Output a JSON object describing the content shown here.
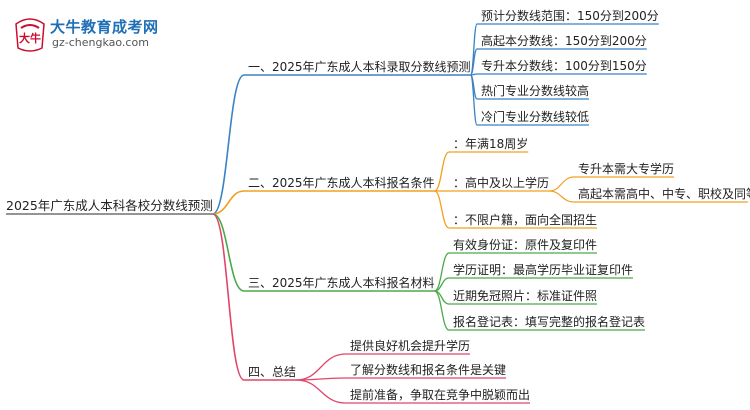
{
  "logo": {
    "brand_name": "大牛教育成考网",
    "url": "gz-chengkao.com",
    "mark_text": "大牛"
  },
  "root": {
    "label": "2025年广东成人本科各校分数线预测"
  },
  "branches": [
    {
      "label": "一、2025年广东成人本科录取分数线预测",
      "color": "#3b82c4",
      "children": [
        {
          "label": "预计分数线范围：150分到200分"
        },
        {
          "label": "高起本分数线：150分到200分"
        },
        {
          "label": "专升本分数线：100分到150分"
        },
        {
          "label": "热门专业分数线较高"
        },
        {
          "label": "冷门专业分数线较低"
        }
      ]
    },
    {
      "label": "二、2025年广东成人本科报名条件",
      "color": "#f0a020",
      "children": [
        {
          "label": "：年满18周岁"
        },
        {
          "label": "：高中及以上学历",
          "children": [
            {
              "label": "专升本需大专学历"
            },
            {
              "label": "高起本需高中、中专、职校及同等学历"
            }
          ]
        },
        {
          "label": "：不限户籍，面向全国招生"
        }
      ]
    },
    {
      "label": "三、2025年广东成人本科报名材料",
      "color": "#4aaa4a",
      "children": [
        {
          "label": "有效身份证：原件及复印件"
        },
        {
          "label": "学历证明：最高学历毕业证复印件"
        },
        {
          "label": "近期免冠照片：标准证件照"
        },
        {
          "label": "报名登记表：填写完整的报名登记表"
        }
      ]
    },
    {
      "label": "四、总结",
      "color": "#e0456a",
      "children": [
        {
          "label": "提供良好机会提升学历"
        },
        {
          "label": "了解分数线和报名条件是关键"
        },
        {
          "label": "提前准备，争取在竞争中脱颖而出"
        }
      ]
    }
  ]
}
